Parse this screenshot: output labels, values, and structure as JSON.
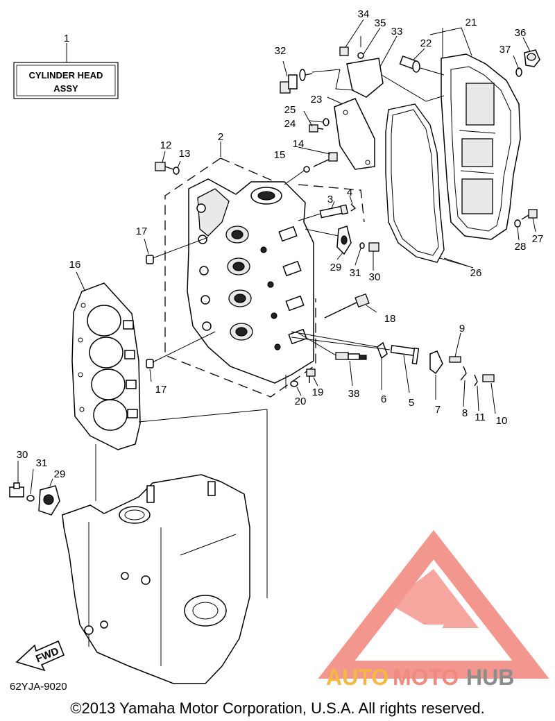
{
  "assembly_box": {
    "line1": "CYLINDER HEAD",
    "line2": "ASSY"
  },
  "diagram_code": "62YJA-9020",
  "fwd_label": "FWD",
  "copyright": "©2013 Yamaha Motor Corporation, U.S.A. All rights reserved.",
  "watermark": {
    "part1": "AUTO",
    "part2": "MOTO",
    "part3": "HUB",
    "colors": {
      "auto": "#f4b942",
      "moto": "#f08a7e",
      "hub": "#8c8c8c",
      "logo": "#f28b82"
    }
  },
  "callouts": [
    {
      "id": "c1",
      "text": "1"
    },
    {
      "id": "c2",
      "text": "2"
    },
    {
      "id": "c3",
      "text": "3"
    },
    {
      "id": "c4",
      "text": "4"
    },
    {
      "id": "c5",
      "text": "5"
    },
    {
      "id": "c6",
      "text": "6"
    },
    {
      "id": "c7",
      "text": "7"
    },
    {
      "id": "c8",
      "text": "8"
    },
    {
      "id": "c9",
      "text": "9"
    },
    {
      "id": "c10",
      "text": "10"
    },
    {
      "id": "c11",
      "text": "11"
    },
    {
      "id": "c12",
      "text": "12"
    },
    {
      "id": "c13",
      "text": "13"
    },
    {
      "id": "c14",
      "text": "14"
    },
    {
      "id": "c15",
      "text": "15"
    },
    {
      "id": "c16",
      "text": "16"
    },
    {
      "id": "c17a",
      "text": "17"
    },
    {
      "id": "c17b",
      "text": "17"
    },
    {
      "id": "c18",
      "text": "18"
    },
    {
      "id": "c19",
      "text": "19"
    },
    {
      "id": "c20",
      "text": "20"
    },
    {
      "id": "c21",
      "text": "21"
    },
    {
      "id": "c22",
      "text": "22"
    },
    {
      "id": "c23",
      "text": "23"
    },
    {
      "id": "c24",
      "text": "24"
    },
    {
      "id": "c25",
      "text": "25"
    },
    {
      "id": "c26",
      "text": "26"
    },
    {
      "id": "c27",
      "text": "27"
    },
    {
      "id": "c28",
      "text": "28"
    },
    {
      "id": "c29a",
      "text": "29"
    },
    {
      "id": "c29b",
      "text": "29"
    },
    {
      "id": "c30a",
      "text": "30"
    },
    {
      "id": "c30b",
      "text": "30"
    },
    {
      "id": "c31a",
      "text": "31"
    },
    {
      "id": "c31b",
      "text": "31"
    },
    {
      "id": "c32",
      "text": "32"
    },
    {
      "id": "c33",
      "text": "33"
    },
    {
      "id": "c34",
      "text": "34"
    },
    {
      "id": "c35",
      "text": "35"
    },
    {
      "id": "c36",
      "text": "36"
    },
    {
      "id": "c37",
      "text": "37"
    },
    {
      "id": "c38",
      "text": "38"
    }
  ]
}
